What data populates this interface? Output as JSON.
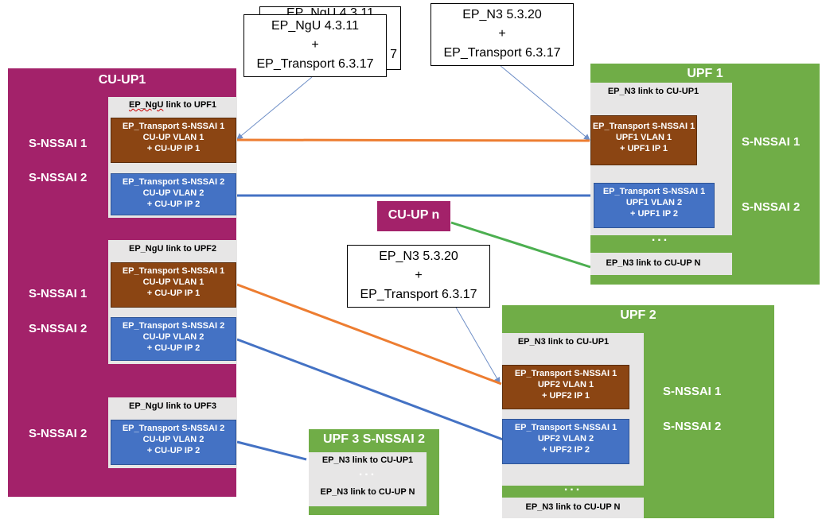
{
  "cu_up1": {
    "title": "CU-UP1",
    "side_labels": [
      "S-NSSAI 1",
      "S-NSSAI 2",
      "S-NSSAI 1",
      "S-NSSAI 2",
      "S-NSSAI 2"
    ],
    "groups": [
      {
        "header": "EP_NgU link to UPF1",
        "cells": [
          {
            "line1": "EP_Transport S-NSSAI 1",
            "line2": "CU-UP VLAN 1",
            "line3": "+ CU-UP IP 1"
          },
          {
            "line1": "EP_Transport S-NSSAI 2",
            "line2": "CU-UP VLAN 2",
            "line3": "+ CU-UP IP 2"
          }
        ]
      },
      {
        "header": "EP_NgU link to UPF2",
        "cells": [
          {
            "line1": "EP_Transport S-NSSAI 1",
            "line2": "CU-UP VLAN 1",
            "line3": "+ CU-UP IP 1"
          },
          {
            "line1": "EP_Transport S-NSSAI 2",
            "line2": "CU-UP VLAN 2",
            "line3": "+ CU-UP IP 2"
          }
        ]
      },
      {
        "header": "EP_NgU link to UPF3",
        "cells": [
          {
            "line1": "EP_Transport S-NSSAI 2",
            "line2": "CU-UP VLAN 2",
            "line3": "+ CU-UP IP 2"
          }
        ]
      }
    ]
  },
  "upf1": {
    "title": "UPF 1",
    "header": "EP_N3 link to CU-UP1",
    "cells": [
      {
        "line1": "EP_Transport S-NSSAI 1",
        "line2": "UPF1 VLAN 1",
        "line3": "+ UPF1 IP 1"
      },
      {
        "line1": "EP_Transport S-NSSAI 1",
        "line2": "UPF1 VLAN 2",
        "line3": "+ UPF1 IP 2"
      }
    ],
    "dots": "...",
    "footer": "EP_N3 link to CU-UP N",
    "side_labels": [
      "S-NSSAI 1",
      "S-NSSAI 2"
    ]
  },
  "upf2": {
    "title": "UPF 2",
    "header": "EP_N3 link to CU-UP1",
    "cells": [
      {
        "line1": "EP_Transport S-NSSAI 1",
        "line2": "UPF2 VLAN 1",
        "line3": "+ UPF2 IP 1"
      },
      {
        "line1": "EP_Transport S-NSSAI 1",
        "line2": "UPF2 VLAN 2",
        "line3": "+ UPF2 IP 2"
      }
    ],
    "dots": "...",
    "footer": "EP_N3 link to CU-UP N",
    "side_labels": [
      "S-NSSAI 1",
      "S-NSSAI 2"
    ]
  },
  "upf3": {
    "title": "UPF 3 S-NSSAI 2",
    "header": "EP_N3 link to CU-UP1",
    "dots": "...",
    "footer": "EP_N3 link to CU-UP N"
  },
  "cu_up_n": {
    "title": "CU-UP n"
  },
  "notes": {
    "ngu": {
      "line1": "EP_NgU 4.3.11",
      "line2": "+",
      "line3": "EP_Transport 6.3.17",
      "back_line1": "EP_NgU 4.3.11",
      "back_tail": "7"
    },
    "n3_top": {
      "line1": "EP_N3 5.3.20",
      "line2": "+",
      "line3": "EP_Transport 6.3.17"
    },
    "n3_mid": {
      "line1": "EP_N3 5.3.20",
      "line2": "+",
      "line3": "EP_Transport 6.3.17"
    }
  },
  "colors": {
    "cu_up": "#a3226a",
    "upf": "#70ad47",
    "container": "#e7e6e6",
    "snssai1_cell": "#8b4513",
    "snssai2_cell": "#4472c4",
    "snssai1_link": "#ed7d31",
    "snssai2_link": "#4472c4",
    "cu_up_n_link": "#4caf50",
    "pointer": "#6f8fc7"
  }
}
